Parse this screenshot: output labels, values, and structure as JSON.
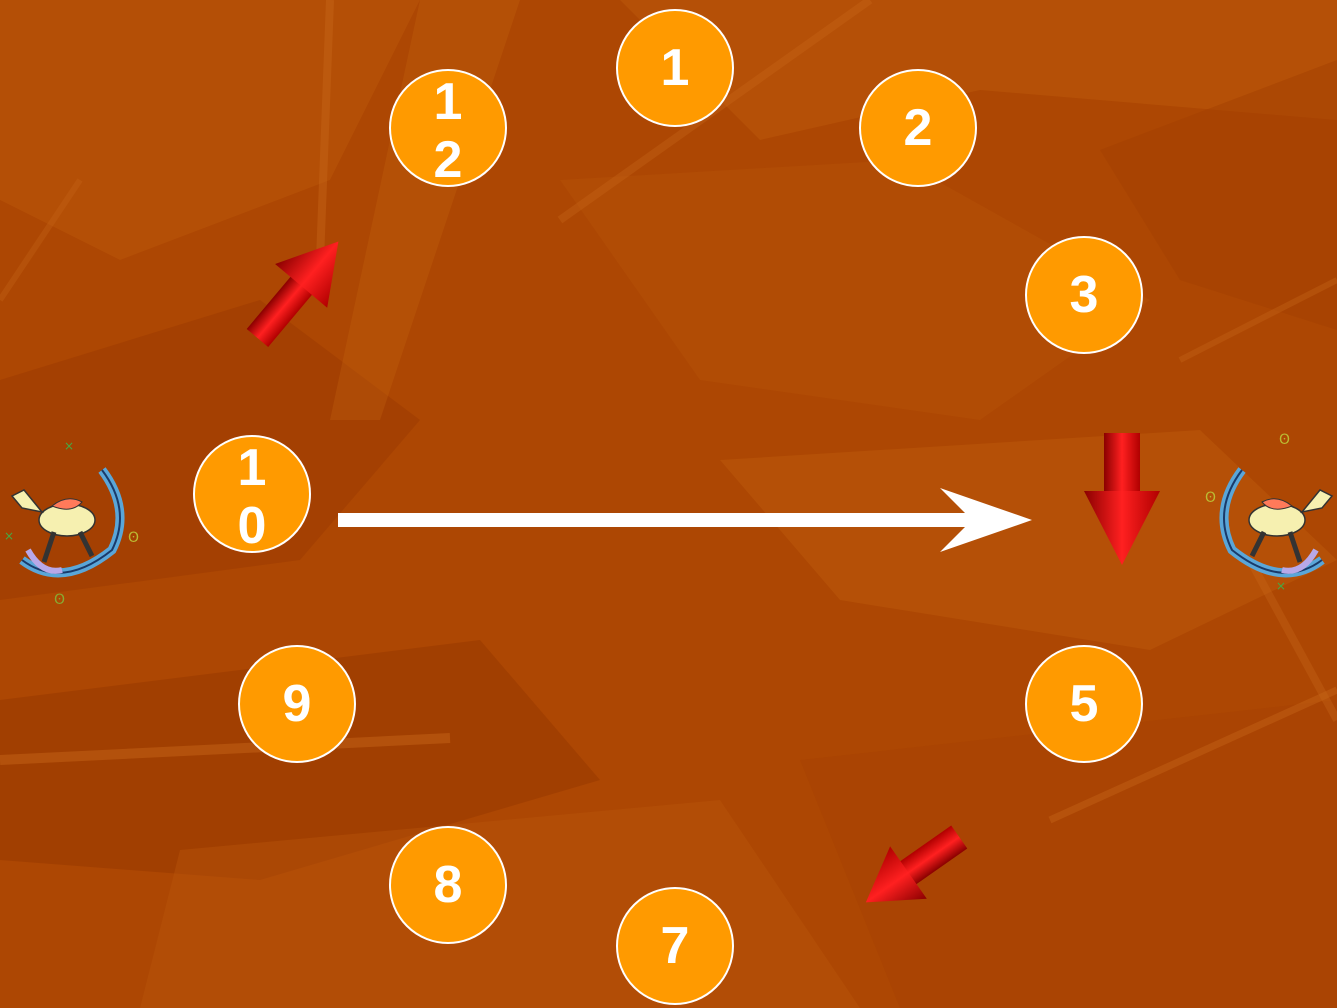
{
  "colors": {
    "background": "#b04a05",
    "circle_fill": "#ff9a00",
    "circle_border": "#ffffff",
    "arrow_red": "#e01010",
    "long_arrow": "#ffffff"
  },
  "clock_numbers": {
    "n1": "1",
    "n2": "2",
    "n3": "3",
    "n5": "5",
    "n7": "7",
    "n8": "8",
    "n9": "9",
    "n10": "10",
    "n12": "12"
  },
  "icons": {
    "rocking_horse_left": "rocking-horse-icon",
    "rocking_horse_right": "rocking-horse-icon",
    "red_arrow_up_right": "red-arrow-icon",
    "red_arrow_down": "red-arrow-icon",
    "red_arrow_down_left": "red-arrow-icon",
    "white_long_arrow": "long-arrow-right-icon"
  }
}
